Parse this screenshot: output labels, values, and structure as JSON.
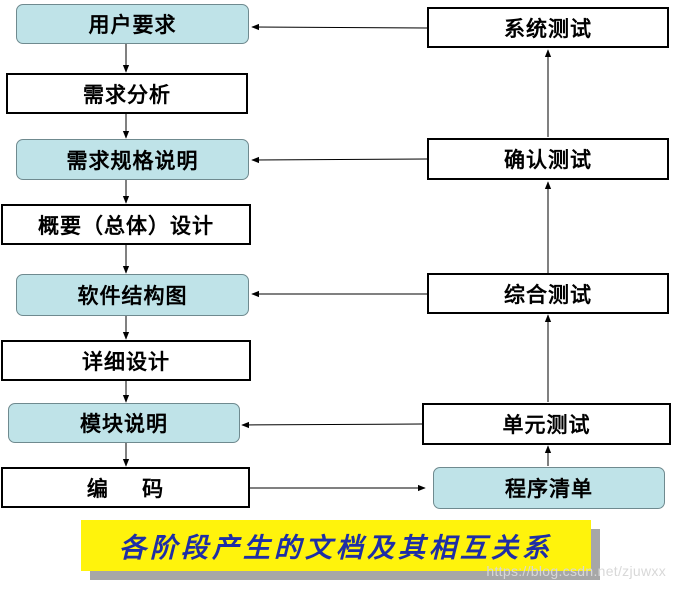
{
  "left_column": [
    {
      "id": "user-requirements",
      "label": "用户要求",
      "style": "document"
    },
    {
      "id": "requirements-analysis",
      "label": "需求分析",
      "style": "process"
    },
    {
      "id": "requirements-spec",
      "label": "需求规格说明",
      "style": "document"
    },
    {
      "id": "overall-design",
      "label": "概要（总体）设计",
      "style": "process"
    },
    {
      "id": "software-structure-chart",
      "label": "软件结构图",
      "style": "document"
    },
    {
      "id": "detailed-design",
      "label": "详细设计",
      "style": "process"
    },
    {
      "id": "module-spec",
      "label": "模块说明",
      "style": "document"
    },
    {
      "id": "coding",
      "label": "编    码",
      "style": "process"
    }
  ],
  "right_column": [
    {
      "id": "system-test",
      "label": "系统测试",
      "style": "process"
    },
    {
      "id": "acceptance-test",
      "label": "确认测试",
      "style": "process"
    },
    {
      "id": "integration-test",
      "label": "综合测试",
      "style": "process"
    },
    {
      "id": "unit-test",
      "label": "单元测试",
      "style": "process"
    },
    {
      "id": "program-listing",
      "label": "程序清单",
      "style": "document"
    }
  ],
  "connections": [
    {
      "from": "用户要求",
      "to": "需求分析"
    },
    {
      "from": "需求分析",
      "to": "需求规格说明"
    },
    {
      "from": "需求规格说明",
      "to": "概要（总体）设计"
    },
    {
      "from": "概要（总体）设计",
      "to": "软件结构图"
    },
    {
      "from": "软件结构图",
      "to": "详细设计"
    },
    {
      "from": "详细设计",
      "to": "模块说明"
    },
    {
      "from": "模块说明",
      "to": "编码"
    },
    {
      "from": "编码",
      "to": "程序清单"
    },
    {
      "from": "程序清单",
      "to": "单元测试"
    },
    {
      "from": "单元测试",
      "to": "综合测试"
    },
    {
      "from": "综合测试",
      "to": "确认测试"
    },
    {
      "from": "确认测试",
      "to": "系统测试"
    },
    {
      "from": "系统测试",
      "to": "用户要求"
    },
    {
      "from": "确认测试",
      "to": "需求规格说明"
    },
    {
      "from": "综合测试",
      "to": "软件结构图"
    },
    {
      "from": "单元测试",
      "to": "模块说明"
    }
  ],
  "caption": "各阶段产生的文档及其相互关系",
  "watermark": "https://blog.csdn.net/zjuwxx",
  "colors": {
    "document_fill": "#bfe3e8",
    "caption_fill": "#fff30c",
    "caption_text": "#1e2ea6",
    "caption_shadow": "#a7a7a7",
    "arrow": "#000000"
  }
}
